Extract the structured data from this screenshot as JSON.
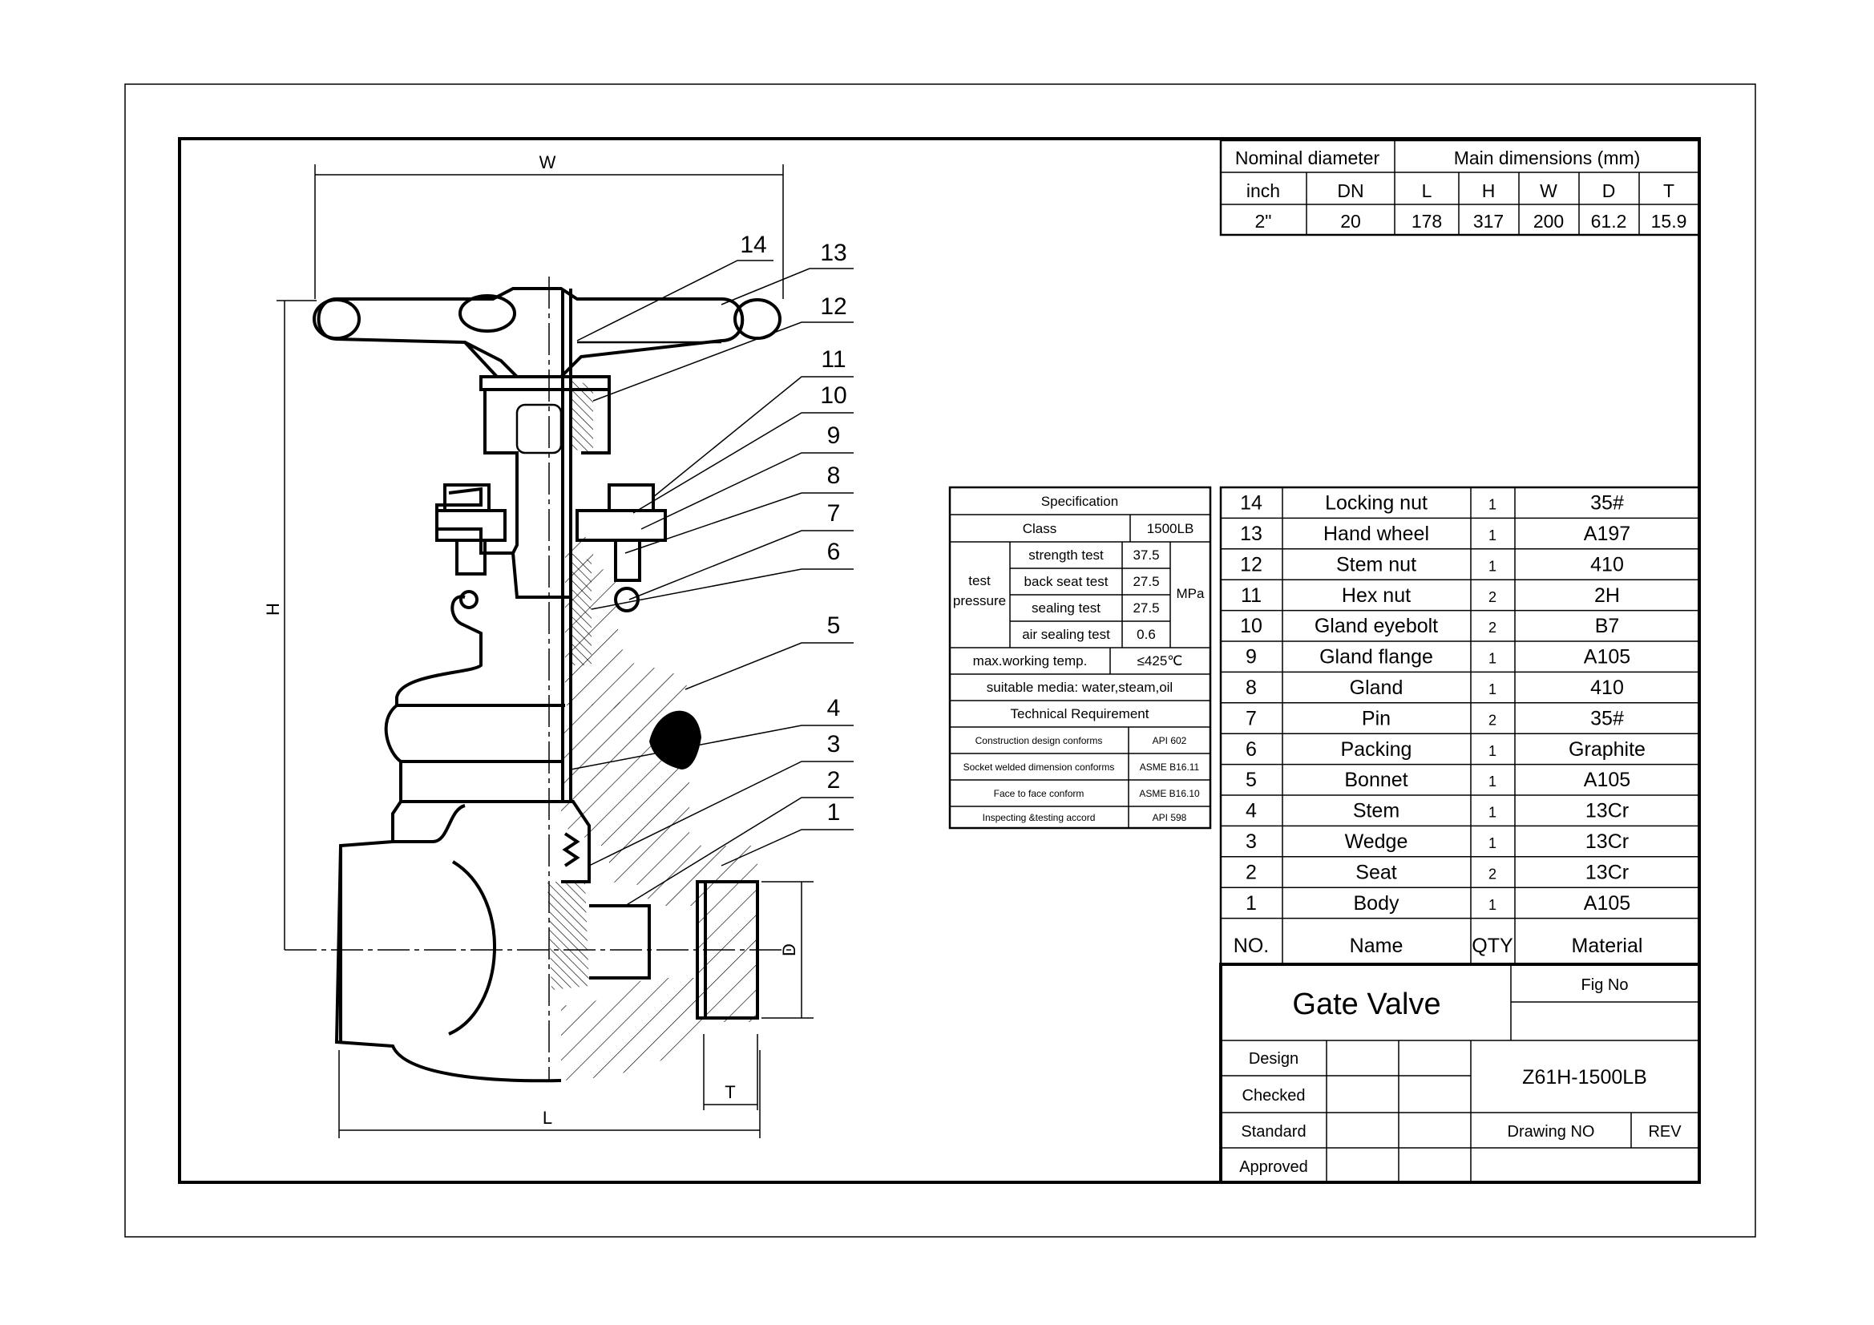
{
  "dimensions_table": {
    "header_nominal": "Nominal diameter",
    "header_main": "Main dimensions (mm)",
    "columns": [
      "inch",
      "DN",
      "L",
      "H",
      "W",
      "D",
      "T"
    ],
    "values": [
      "2\"",
      "20",
      "178",
      "317",
      "200",
      "61.2",
      "15.9"
    ]
  },
  "spec_table": {
    "title": "Specification",
    "class_label": "Class",
    "class_value": "1500LB",
    "test_label_1": "test",
    "test_label_2": "pressure",
    "unit": "MPa",
    "tests": [
      {
        "name": "strength test",
        "value": "37.5"
      },
      {
        "name": "back seat test",
        "value": "27.5"
      },
      {
        "name": "sealing test",
        "value": "27.5"
      },
      {
        "name": "air sealing test",
        "value": "0.6"
      }
    ],
    "max_temp_label": "max.working temp.",
    "max_temp_value": "≤425℃",
    "media": "suitable media: water,steam,oil",
    "tech_req": "Technical Requirement",
    "requirements": [
      {
        "name": "Construction design conforms",
        "value": "API 602"
      },
      {
        "name": "Socket welded dimension conforms",
        "value": "ASME B16.11"
      },
      {
        "name": "Face to face conform",
        "value": "ASME B16.10"
      },
      {
        "name": "Inspecting &testing accord",
        "value": "API 598"
      }
    ]
  },
  "parts_table": {
    "rows": [
      {
        "no": "14",
        "name": "Locking nut",
        "qty": "1",
        "material": "35#"
      },
      {
        "no": "13",
        "name": "Hand wheel",
        "qty": "1",
        "material": "A197"
      },
      {
        "no": "12",
        "name": "Stem nut",
        "qty": "1",
        "material": "410"
      },
      {
        "no": "11",
        "name": "Hex nut",
        "qty": "2",
        "material": "2H"
      },
      {
        "no": "10",
        "name": "Gland eyebolt",
        "qty": "2",
        "material": "B7"
      },
      {
        "no": "9",
        "name": "Gland flange",
        "qty": "1",
        "material": "A105"
      },
      {
        "no": "8",
        "name": "Gland",
        "qty": "1",
        "material": "410"
      },
      {
        "no": "7",
        "name": "Pin",
        "qty": "2",
        "material": "35#"
      },
      {
        "no": "6",
        "name": "Packing",
        "qty": "1",
        "material": "Graphite"
      },
      {
        "no": "5",
        "name": "Bonnet",
        "qty": "1",
        "material": "A105"
      },
      {
        "no": "4",
        "name": "Stem",
        "qty": "1",
        "material": "13Cr"
      },
      {
        "no": "3",
        "name": "Wedge",
        "qty": "1",
        "material": "13Cr"
      },
      {
        "no": "2",
        "name": "Seat",
        "qty": "2",
        "material": "13Cr"
      },
      {
        "no": "1",
        "name": "Body",
        "qty": "1",
        "material": "A105"
      }
    ],
    "header": {
      "no": "NO.",
      "name": "Name",
      "qty": "QTY",
      "material": "Material"
    }
  },
  "title_block": {
    "title": "Gate Valve",
    "fig_no_label": "Fig No",
    "model": "Z61H-1500LB",
    "design": "Design",
    "checked": "Checked",
    "standard": "Standard",
    "approved": "Approved",
    "drawing_no": "Drawing NO",
    "rev": "REV"
  },
  "drawing": {
    "dim_w": "W",
    "dim_h": "H",
    "dim_l": "L",
    "dim_d": "D",
    "dim_t": "T",
    "callouts": [
      "14",
      "13",
      "12",
      "11",
      "10",
      "9",
      "8",
      "7",
      "6",
      "5",
      "4",
      "3",
      "2",
      "1"
    ]
  }
}
